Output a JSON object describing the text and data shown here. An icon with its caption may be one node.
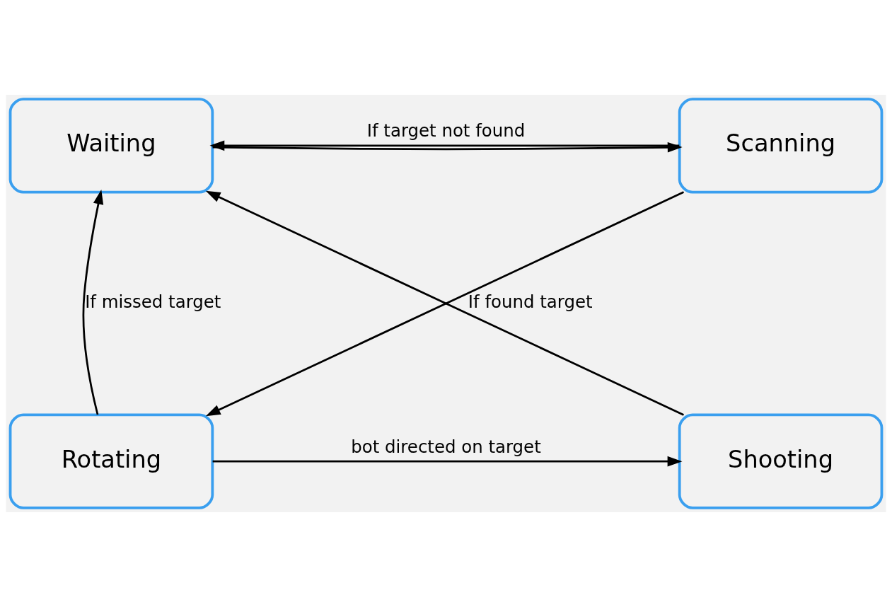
{
  "diagram": {
    "nodes": [
      {
        "text": [
          "Waiting"
        ]
      },
      {
        "text": [
          "Scanning"
        ]
      },
      {
        "text": [
          "Shooting"
        ]
      },
      {
        "text": [
          "Rotating"
        ]
      }
    ],
    "edges": [
      {
        "from": 1,
        "to": 0,
        "arrow": "to",
        "label": "If target not found"
      },
      {
        "from": 0,
        "to": 1,
        "arrow": "to"
      },
      {
        "from": 1,
        "to": 3,
        "arrow": "to",
        "label": "If found target"
      },
      {
        "from": 3,
        "to": 0,
        "arrow": "to",
        "label": "If missed target"
      },
      {
        "from": 3,
        "to": 2,
        "arrow": "to",
        "label": "bot directed on target"
      },
      {
        "from": 2,
        "to": 0,
        "arrow": "to"
      }
    ]
  }
}
